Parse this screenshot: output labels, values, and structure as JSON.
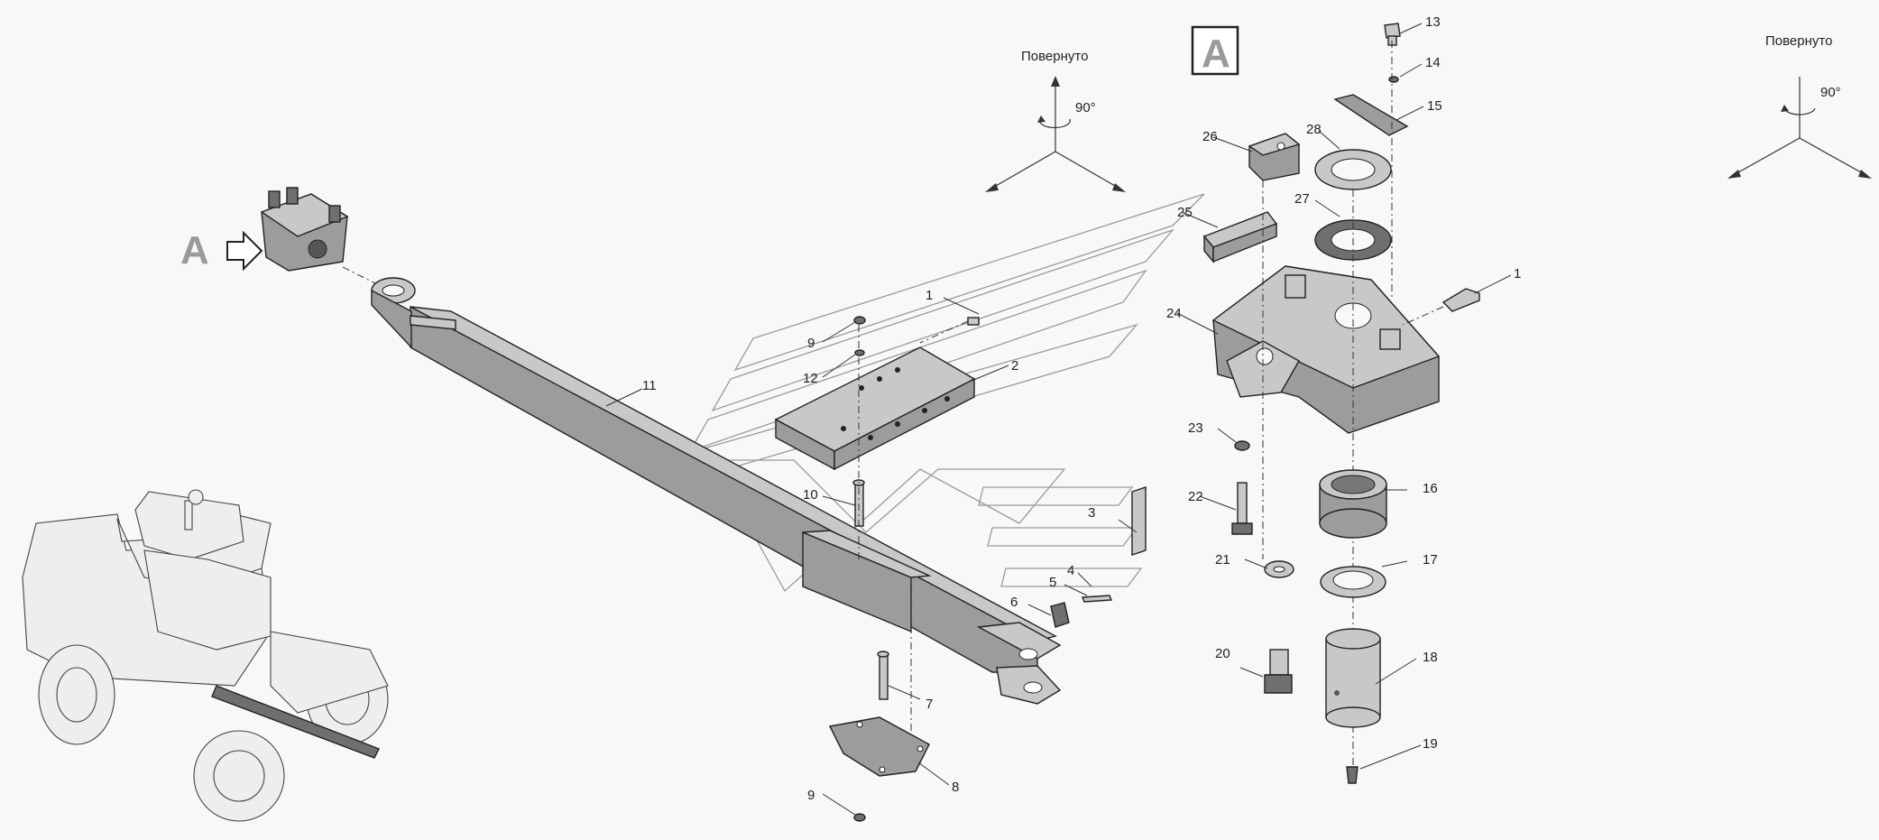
{
  "view_marker": {
    "letter": "A",
    "boxed_letter": "A"
  },
  "rotation_notes": [
    {
      "text": "Повернуто",
      "angle": "90°"
    },
    {
      "text": "Повернуто",
      "angle": "90°"
    }
  ],
  "callouts": {
    "p1a": "1",
    "p1b": "1",
    "p2": "2",
    "p3": "3",
    "p4": "4",
    "p5": "5",
    "p6": "6",
    "p7": "7",
    "p8": "8",
    "p9a": "9",
    "p9b": "9",
    "p10": "10",
    "p11": "11",
    "p12": "12",
    "p13": "13",
    "p14": "14",
    "p15": "15",
    "p16": "16",
    "p17": "17",
    "p18": "18",
    "p19": "19",
    "p20": "20",
    "p21": "21",
    "p22": "22",
    "p23": "23",
    "p24": "24",
    "p25": "25",
    "p26": "26",
    "p27": "27",
    "p28": "28"
  },
  "colors": {
    "background": "#f7f9f6",
    "part_fill": "#9c9c9c",
    "part_light": "#c8c8c8",
    "outline": "#222222"
  }
}
